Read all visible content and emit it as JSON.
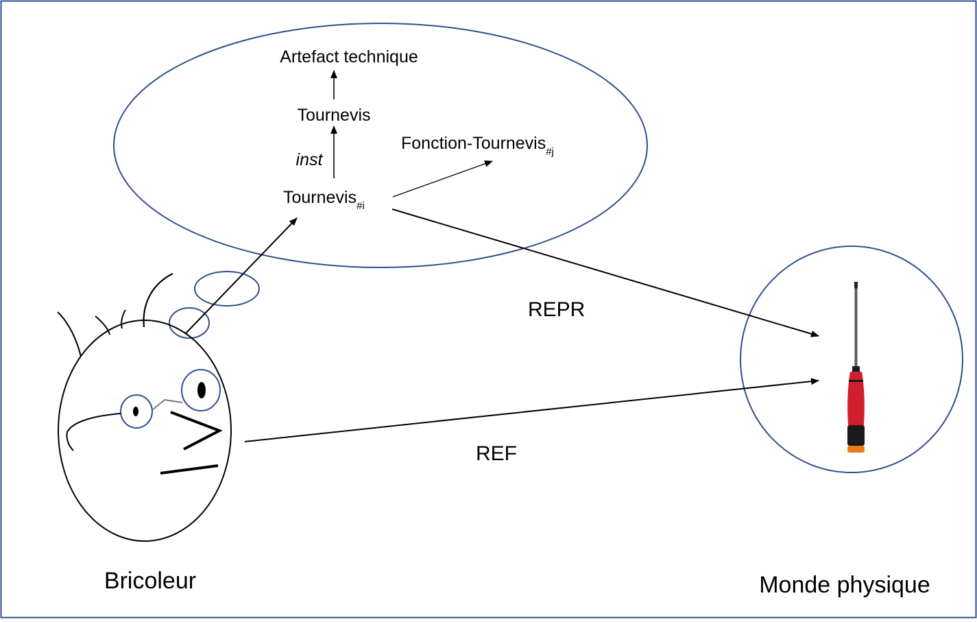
{
  "concepts": {
    "artefact": "Artefact technique",
    "tournevis": "Tournevis",
    "inst_label": "inst",
    "fonction_base": "Fonction-Tournevis",
    "fonction_sub": "#j",
    "instance_base": "Tournevis",
    "instance_sub": "#i"
  },
  "relations": {
    "repr": "REPR",
    "ref": "REF"
  },
  "captions": {
    "bricoleur": "Bricoleur",
    "monde": "Monde physique"
  },
  "colors": {
    "ellipse_stroke": "#2f4f8f",
    "frame": "#2f4f8f",
    "line": "#000000",
    "screwdriver_red": "#d01f2a",
    "screwdriver_black": "#1a1a1a",
    "screwdriver_orange": "#f07a1a",
    "shaft": "#555555"
  }
}
